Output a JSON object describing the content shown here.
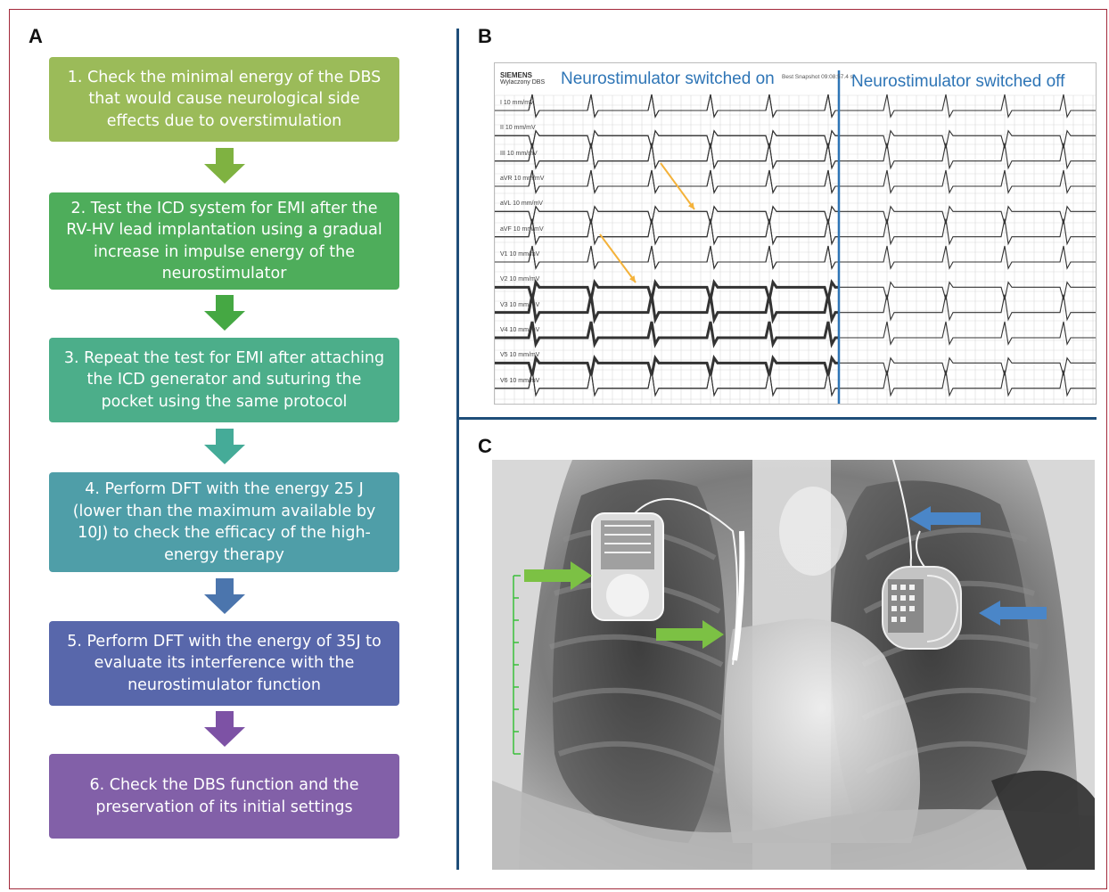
{
  "panels": {
    "a": "A",
    "b": "B",
    "c": "C"
  },
  "steps": [
    {
      "lines": [
        "1. Check the minimal energy of the DBS",
        "that would cause neurological side",
        "effects due to overstimulation"
      ],
      "color": "#9bbb59"
    },
    {
      "lines": [
        "2. Test the ICD system for EMI after the",
        "RV-HV lead implantation using a gradual",
        "increase in impulse energy of the",
        "neurostimulator"
      ],
      "color": "#4ead5b"
    },
    {
      "lines": [
        "3. Repeat the test for EMI after attaching",
        "the ICD generator and suturing the",
        "pocket using the same protocol"
      ],
      "color": "#4cae8a"
    },
    {
      "lines": [
        "4. Perform DFT with the energy 25 J",
        "(lower than the maximum available by",
        "10J) to check the efficacy of the high-",
        "energy therapy"
      ],
      "color": "#4f9ea8"
    },
    {
      "lines": [
        "5. Perform DFT with the energy of 35J to",
        "evaluate its interference with the",
        "neurostimulator function"
      ],
      "color": "#5867ab"
    },
    {
      "lines": [
        "6. Check the DBS function and the",
        "preservation of its initial settings"
      ],
      "color": "#8260a8"
    }
  ],
  "arrow_colors": [
    "#7fb241",
    "#45a843",
    "#45ab98",
    "#4b75ad",
    "#7d52a5"
  ],
  "ecg": {
    "brand": "SIEMENS",
    "subtitle": "Wylaczony DBS",
    "snapshot": "Best Snapshot 09:08:57.4 s",
    "title_on": "Neurostimulator switched on",
    "title_off": "Neurostimulator switched off",
    "leads": [
      "I 10 mm/mV",
      "II 10 mm/mV",
      "III 10 mm/mV",
      "aVR 10 mm/mV",
      "aVL 10 mm/mV",
      "aVF 10 mm/mV",
      "V1 10 mm/mV",
      "V2 10 mm/mV",
      "V3 10 mm/mV",
      "V4 10 mm/mV",
      "V5 10 mm/mV",
      "V6 10 mm/mV"
    ],
    "grid_color": "#d9d9d9",
    "trace_color": "#333333",
    "divider_color": "#2e75b6",
    "highlight_arrow_color": "#f4b23a"
  },
  "xray": {
    "green_arrow_color": "#7cc144",
    "blue_arrow_color": "#4a86c8"
  }
}
